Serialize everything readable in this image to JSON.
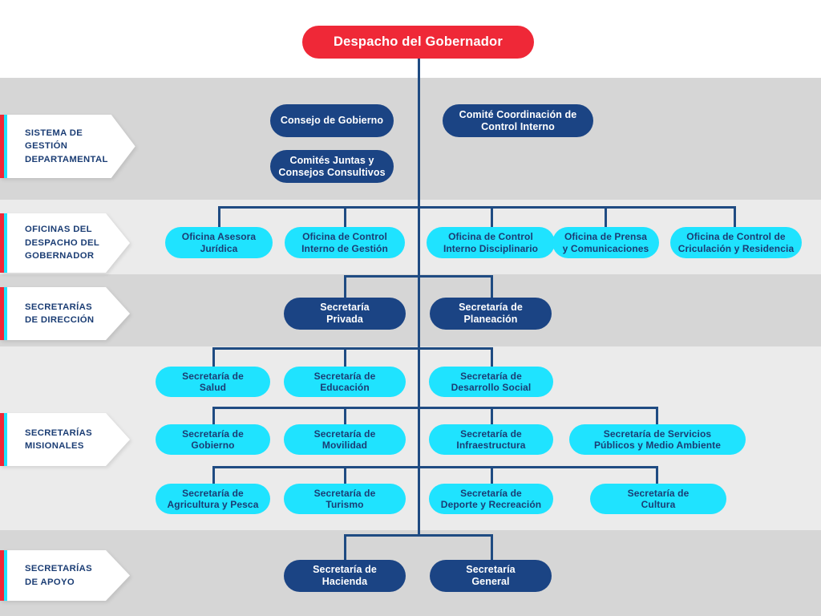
{
  "title": "Estructura Organizacional - Gobernación",
  "colors": {
    "root": "#ef2837",
    "navy": "#1b4484",
    "cyan": "#1fe3ff",
    "line": "#1f4b82",
    "band_dark": "#d6d6d6",
    "band_light": "#ebebeb",
    "banner_text": "#1b3d74"
  },
  "root": {
    "label": "Despacho del Gobernador"
  },
  "bands": [
    {
      "name": "sistema-de-gestion-departamental",
      "label": "SISTEMA DE\nGESTIÓN\nDEPARTAMENTAL"
    },
    {
      "name": "oficinas-del-despacho-del-gobernador",
      "label": "OFICINAS DEL\nDESPACHO DEL\nGOBERNADOR"
    },
    {
      "name": "secretarias-de-direccion",
      "label": "SECRETARÍAS\nDE DIRECCIÓN"
    },
    {
      "name": "secretarias-misionales",
      "label": "SECRETARÍAS\nMISIONALES"
    },
    {
      "name": "secretarias-de-apoyo",
      "label": "SECRETARÍAS\nDE APOYO"
    }
  ],
  "nodes": {
    "sistema_gestion": [
      {
        "label": "Consejo de Gobierno"
      },
      {
        "label": "Comités Juntas y\nConsejos Consultivos"
      },
      {
        "label": "Comité Coordinación de\nControl Interno"
      }
    ],
    "oficinas": [
      {
        "label": "Oficina Asesora\nJurídica"
      },
      {
        "label": "Oficina de Control\nInterno de Gestión"
      },
      {
        "label": "Oficina de Control\nInterno Disciplinario"
      },
      {
        "label": "Oficina de Prensa\ny Comunicaciones"
      },
      {
        "label": "Oficina de Control de\nCriculación y Residencia"
      }
    ],
    "direccion": [
      {
        "label": "Secretaría\nPrivada"
      },
      {
        "label": "Secretaría de\nPlaneación"
      }
    ],
    "misionales_row1": [
      {
        "label": "Secretaría de\nSalud"
      },
      {
        "label": "Secretaría de\nEducación"
      },
      {
        "label": "Secretaría de\nDesarrollo Social"
      }
    ],
    "misionales_row2": [
      {
        "label": "Secretaría de\nGobierno"
      },
      {
        "label": "Secretaría de\nMovilidad"
      },
      {
        "label": "Secretaría de\nInfraestructura"
      },
      {
        "label": "Secretaría de Servicios\nPúblicos y Medio Ambiente"
      }
    ],
    "misionales_row3": [
      {
        "label": "Secretaría de\nAgricultura y Pesca"
      },
      {
        "label": "Secretaría de\nTurismo"
      },
      {
        "label": "Secretaría de\nDeporte y Recreación"
      },
      {
        "label": "Secretaría de\nCultura"
      }
    ],
    "apoyo": [
      {
        "label": "Secretaría de\nHacienda"
      },
      {
        "label": "Secretaría\nGeneral"
      }
    ]
  }
}
